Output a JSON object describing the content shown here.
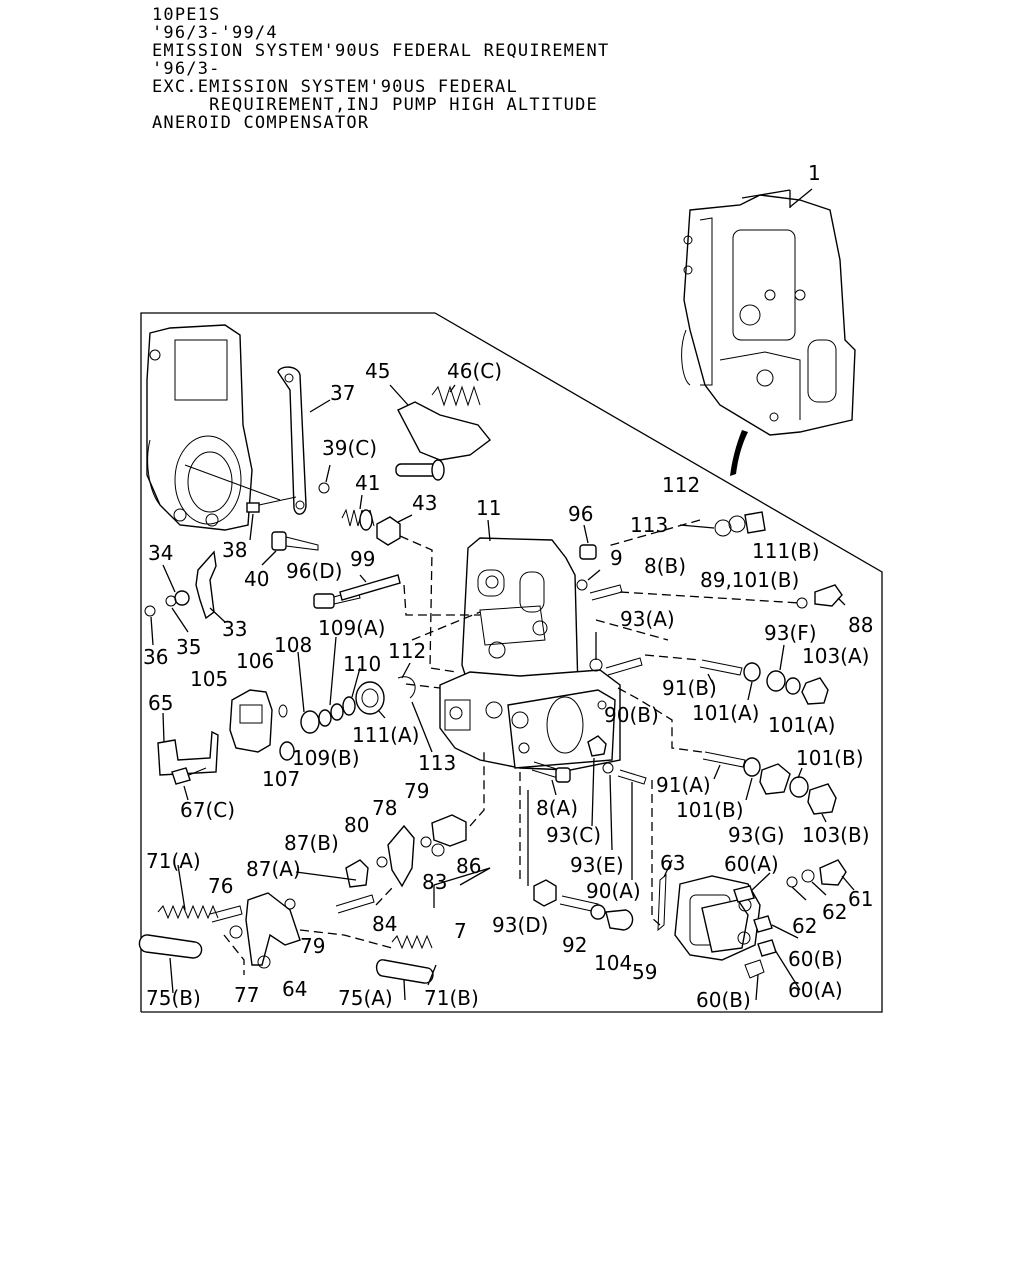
{
  "header": {
    "lines": [
      "10PE1S",
      "'96/3-'99/4",
      "EMISSION SYSTEM'90US FEDERAL REQUIREMENT",
      "'96/3-",
      "EXC.EMISSION SYSTEM'90US FEDERAL",
      "     REQUIREMENT,INJ PUMP HIGH ALTITUDE",
      "ANEROID COMPENSATOR"
    ]
  },
  "callouts": {
    "c1": "1",
    "c11": "11",
    "c37": "37",
    "c45": "45",
    "c46c": "46(C)",
    "c39c": "39(C)",
    "c41": "41",
    "c43": "43",
    "c38": "38",
    "c40": "40",
    "c96d": "96(D)",
    "c99": "99",
    "c34": "34",
    "c33": "33",
    "c35": "35",
    "c36": "36",
    "c96": "96",
    "c9": "9",
    "c8b": "8(B)",
    "c112t": "112",
    "c113t": "113",
    "c111b": "111(B)",
    "c89_101b": "89,101(B)",
    "c88": "88",
    "c93a": "93(A)",
    "c93f": "93(F)",
    "c103a": "103(A)",
    "c91b": "91(B)",
    "c101a1": "101(A)",
    "c101a2": "101(A)",
    "c90b": "90(B)",
    "c108": "108",
    "c109a": "109(A)",
    "c106": "106",
    "c110": "110",
    "c112m": "112",
    "c105": "105",
    "c65": "65",
    "c111a": "111(A)",
    "c113m": "113",
    "c109b": "109(B)",
    "c107": "107",
    "c67c": "67(C)",
    "c91a": "91(A)",
    "c101b1": "101(B)",
    "c101b2": "101(B)",
    "c8a": "8(A)",
    "c93g": "93(G)",
    "c103b": "103(B)",
    "c93c": "93(C)",
    "c79t": "79",
    "c78": "78",
    "c80": "80",
    "c87b": "87(B)",
    "c87a": "87(A)",
    "c71a": "71(A)",
    "c76": "76",
    "c83": "83",
    "c86": "86",
    "c93e": "93(E)",
    "c90a": "90(A)",
    "c63": "63",
    "c60a1": "60(A)",
    "c61": "61",
    "c62a": "62",
    "c62b": "62",
    "c84": "84",
    "c79b": "79",
    "c7": "7",
    "c93d": "93(D)",
    "c92": "92",
    "c104": "104",
    "c60b1": "60(B)",
    "c64": "64",
    "c77": "77",
    "c75b": "75(B)",
    "c75a": "75(A)",
    "c71b": "71(B)",
    "c59": "59",
    "c60a2": "60(A)",
    "c60b2": "60(B)"
  }
}
